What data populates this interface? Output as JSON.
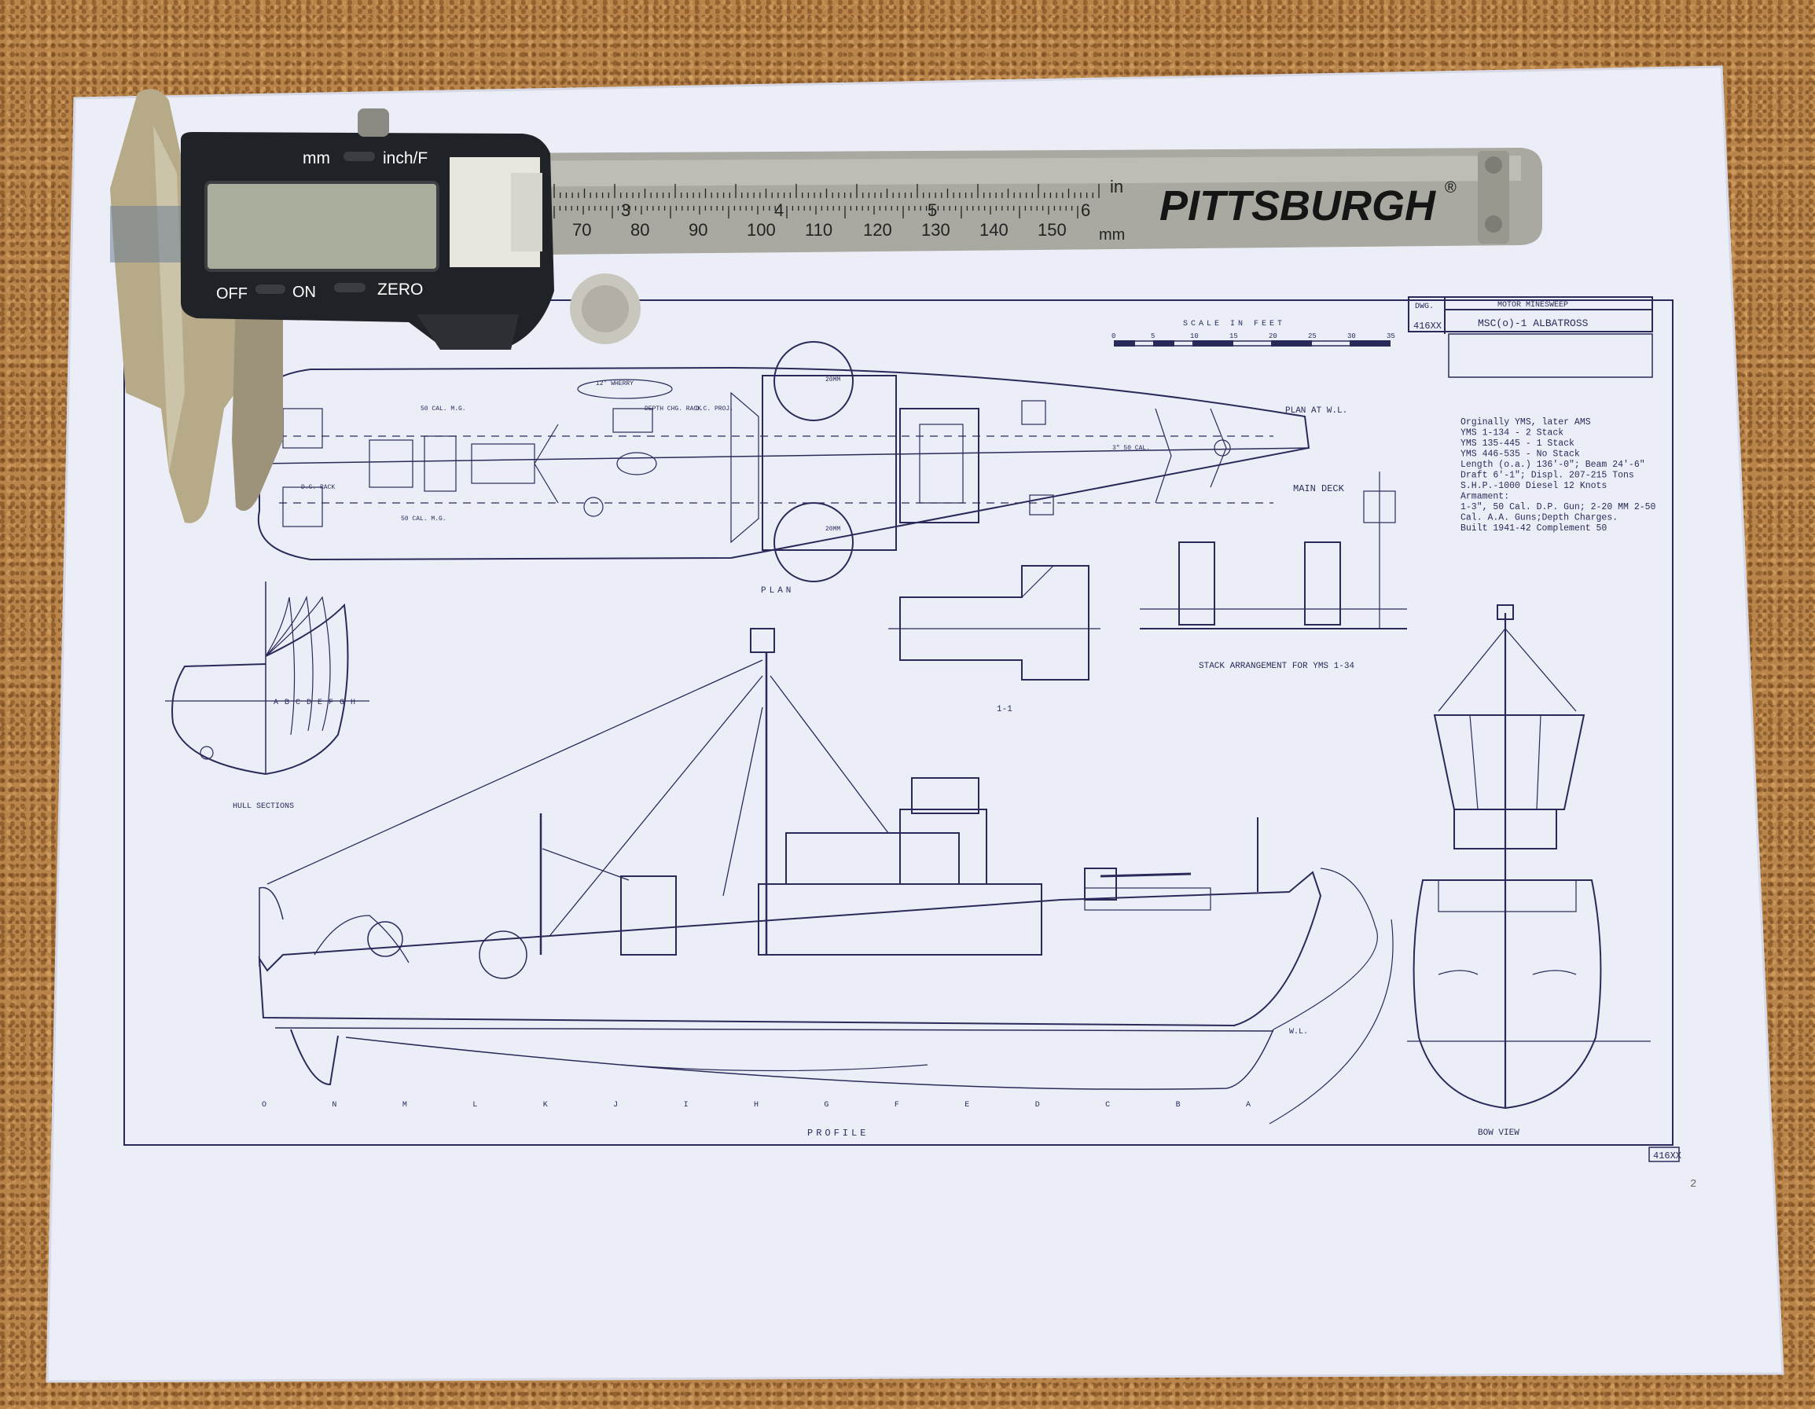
{
  "caliper": {
    "units_label": "mm",
    "inch_label": "inch/F",
    "off_label": "OFF",
    "on_label": "ON",
    "zero_label": "ZERO",
    "brand": "PITTSBURGH",
    "registered_mark": "®",
    "inch_unit": "in",
    "mm_unit": "mm",
    "inch_numbers": [
      "3",
      "4",
      "5",
      "6"
    ],
    "mm_numbers": [
      "70",
      "80",
      "90",
      "100",
      "110",
      "120",
      "130",
      "140",
      "150"
    ]
  },
  "drawing": {
    "dwg_label": "DWG.",
    "dwg_number": "416XX",
    "title_line1": "MOTOR MINESWEEP",
    "title_line2": "MSC(o)-1 ALBATROSS",
    "scale_label": "SCALE IN FEET",
    "scale_ticks": [
      "0",
      "5",
      "10",
      "15",
      "20",
      "25",
      "30",
      "35"
    ],
    "specs": [
      "Orginally YMS, later AMS",
      "YMS 1-134 - 2 Stack",
      "YMS 135-445 - 1 Stack",
      "YMS 446-535 - No Stack",
      "Length (o.a.) 136'-0\"; Beam 24'-6\"",
      "Draft 6'-1\"; Displ. 207-215 Tons",
      "S.H.P.-1000 Diesel  12 Knots",
      "Armament:",
      "1-3\", 50 Cal. D.P. Gun; 2-20 MM 2-50",
      "Cal. A.A. Guns;Depth Charges.",
      "Built 1941-42  Complement 50"
    ],
    "plan_label": "PLAN",
    "plan_at_wl": "PLAN AT W.L.",
    "main_deck": "MAIN DECK",
    "stack_arrangement": "STACK ARRANGEMENT FOR YMS 1-34",
    "section_label": "1-1",
    "hull_sections": "HULL SECTIONS",
    "hull_letters": [
      "A",
      "B",
      "C",
      "D",
      "E",
      "F",
      "G",
      "H"
    ],
    "profile_label": "PROFILE",
    "bow_view": "BOW VIEW",
    "wl_label": "W.L.",
    "station_letters": [
      "O",
      "N",
      "M",
      "L",
      "K",
      "J",
      "I",
      "H",
      "G",
      "F",
      "E",
      "D",
      "C",
      "B",
      "A"
    ],
    "plan_annotations": [
      "12' WHERRY",
      "20MM",
      "20MM",
      "3\" 50 CAL.",
      "D.C. RACK",
      "50 CAL. M.G.",
      "50 CAL. M.G.",
      "DEPTH CHG. RACK",
      "D.C. PROJ."
    ],
    "sheet_number": "416XX",
    "corner_mark": "2"
  },
  "colors": {
    "carpet": "#b8844a",
    "paper": "#eceef7",
    "ink": "#2a2a5a",
    "caliper_steel": "#a9a9a2",
    "caliper_body": "#1f2226",
    "lcd": "#a8ad9c"
  }
}
